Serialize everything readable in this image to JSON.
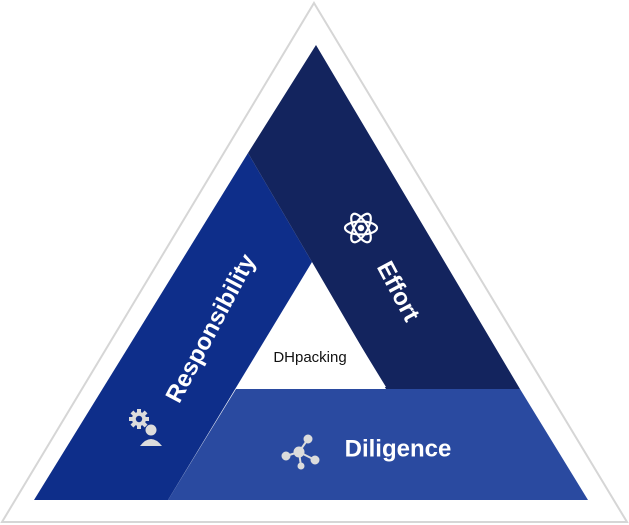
{
  "center_label": "DHpacking",
  "segments": {
    "effort": {
      "label": "Effort",
      "icon": "atom-icon",
      "color": "#13245e"
    },
    "responsibility": {
      "label": "Responsibility",
      "icon": "gear-person-icon",
      "color": "#0e2e8a"
    },
    "diligence": {
      "label": "Diligence",
      "icon": "molecule-icon",
      "color": "#2a4aa0"
    }
  },
  "colors": {
    "outer_triangle": "#ffffff",
    "outer_border": "#d9d9d9",
    "center": "#ffffff"
  }
}
